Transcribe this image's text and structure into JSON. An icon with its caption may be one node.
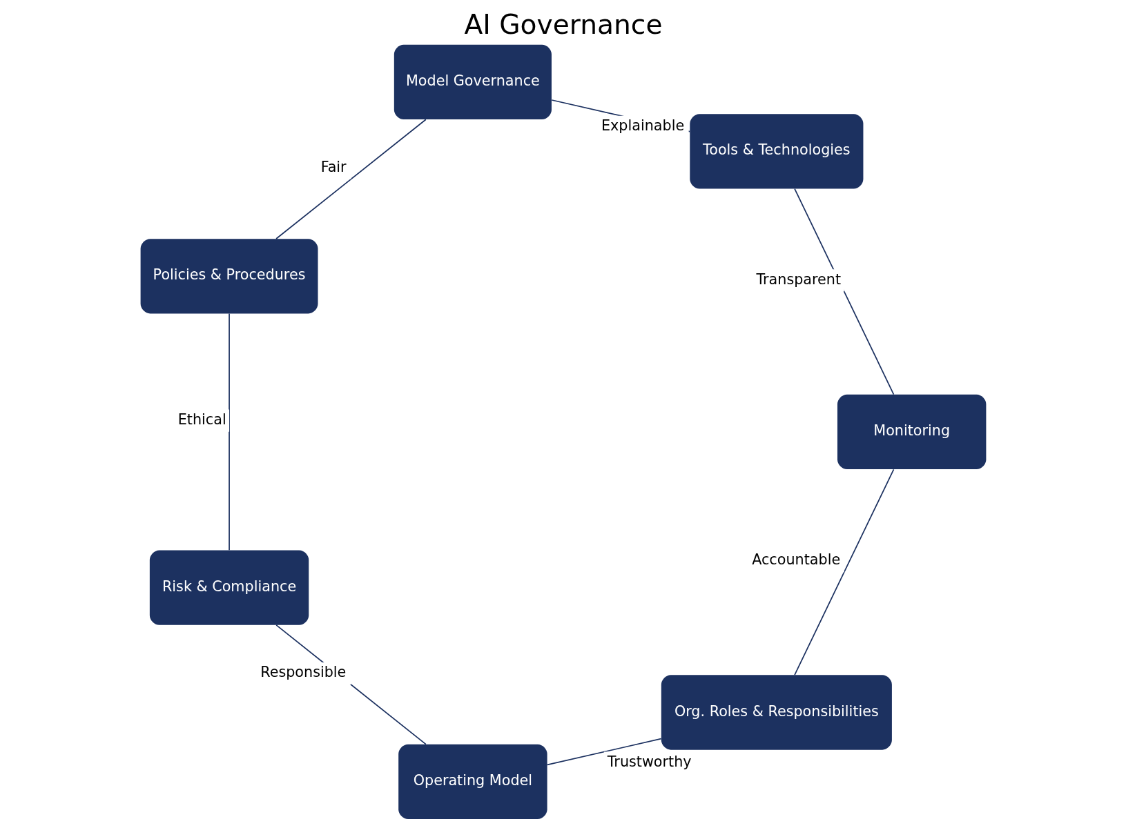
{
  "diagram": {
    "title": "AI Governance",
    "nodes": [
      {
        "text": [
          "Org. Roles & Responsibilities"
        ]
      },
      {
        "text": [
          "Operating Model"
        ]
      },
      {
        "text": [
          "Risk & Compliance"
        ]
      },
      {
        "text": [
          "Policies & Procedures"
        ]
      },
      {
        "text": [
          "Model Governance"
        ]
      },
      {
        "text": [
          "Tools & Technologies"
        ]
      },
      {
        "text": [
          "Monitoring"
        ]
      }
    ],
    "edges": [
      {
        "from": 0,
        "to": 1,
        "arrow": "none",
        "label": "Trustworthy"
      },
      {
        "from": 1,
        "to": 2,
        "arrow": "none",
        "label": "Responsible"
      },
      {
        "from": 2,
        "to": 3,
        "arrow": "none",
        "label": "Ethical"
      },
      {
        "from": 3,
        "to": 4,
        "arrow": "none",
        "label": "Fair"
      },
      {
        "from": 4,
        "to": 5,
        "arrow": "none",
        "label": "Explainable"
      },
      {
        "from": 5,
        "to": 6,
        "arrow": "none",
        "label": "Transparent"
      },
      {
        "from": 6,
        "to": 0,
        "arrow": "none",
        "label": "Accountable"
      }
    ]
  }
}
